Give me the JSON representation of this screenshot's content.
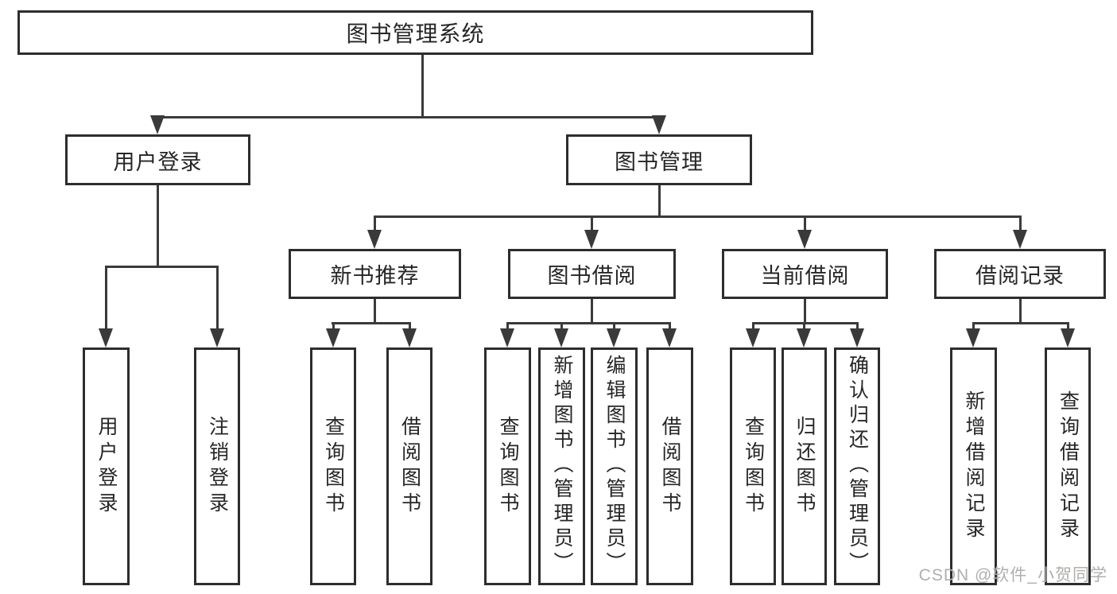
{
  "root": {
    "label": "图书管理系统"
  },
  "level1": [
    {
      "label": "用户登录"
    },
    {
      "label": "图书管理"
    }
  ],
  "level2": [
    {
      "label": "新书推荐"
    },
    {
      "label": "图书借阅"
    },
    {
      "label": "当前借阅"
    },
    {
      "label": "借阅记录"
    }
  ],
  "leaves": {
    "user_login": [
      {
        "label": "用户登录"
      },
      {
        "label": "注销登录"
      }
    ],
    "new_book": [
      {
        "label": "查询图书"
      },
      {
        "label": "借阅图书"
      }
    ],
    "book_borrow": [
      {
        "label": "查询图书"
      },
      {
        "label": "新增图书（管理员）"
      },
      {
        "label": "编辑图书（管理员）"
      },
      {
        "label": "借阅图书"
      }
    ],
    "current_borrow": [
      {
        "label": "查询图书"
      },
      {
        "label": "归还图书"
      },
      {
        "label": "确认归还（管理员）"
      }
    ],
    "borrow_record": [
      {
        "label": "新增借阅记录"
      },
      {
        "label": "查询借阅记录"
      }
    ]
  },
  "watermark": {
    "text": "CSDN @软件_小贺同学"
  },
  "colors": {
    "box_border": "#2d2d2d",
    "connector": "#3a3a3a",
    "text": "#262626",
    "watermark": "#b1aeab",
    "background": "#ffffff"
  }
}
